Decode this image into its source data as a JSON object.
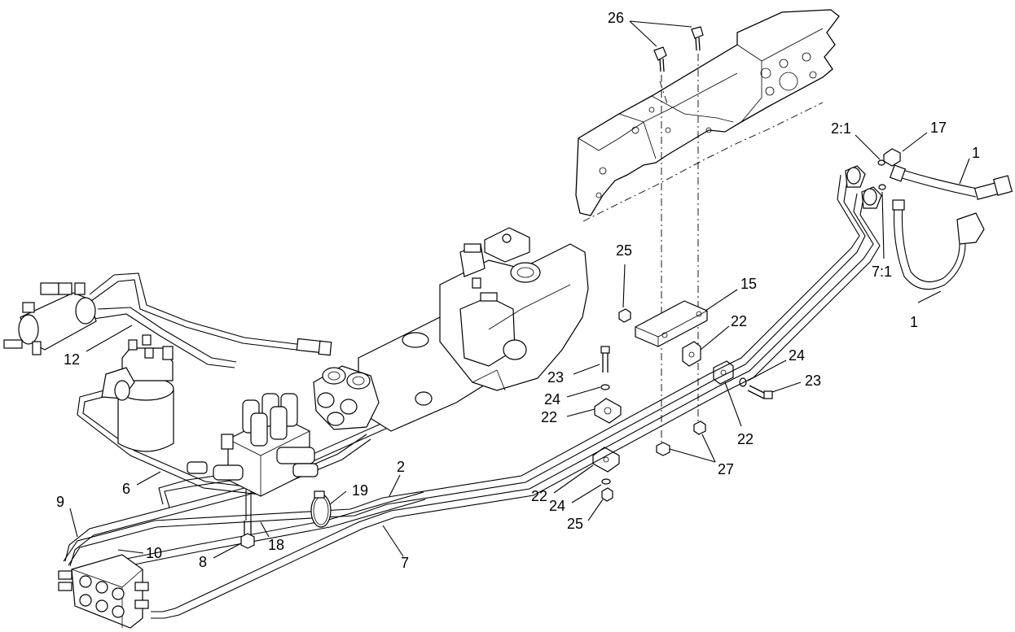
{
  "callouts": [
    {
      "id": "c26",
      "text": "26"
    },
    {
      "id": "c2_1",
      "text": "2:1"
    },
    {
      "id": "c17",
      "text": "17"
    },
    {
      "id": "c1a",
      "text": "1"
    },
    {
      "id": "c7_1",
      "text": "7:1"
    },
    {
      "id": "c1b",
      "text": "1"
    },
    {
      "id": "c25a",
      "text": "25"
    },
    {
      "id": "c15",
      "text": "15"
    },
    {
      "id": "c22a",
      "text": "22"
    },
    {
      "id": "c24a",
      "text": "24"
    },
    {
      "id": "c23a",
      "text": "23"
    },
    {
      "id": "c23b",
      "text": "23"
    },
    {
      "id": "c24b",
      "text": "24"
    },
    {
      "id": "c22b",
      "text": "22"
    },
    {
      "id": "c22c",
      "text": "22"
    },
    {
      "id": "c27",
      "text": "27"
    },
    {
      "id": "c12",
      "text": "12"
    },
    {
      "id": "c6",
      "text": "6"
    },
    {
      "id": "c2",
      "text": "2"
    },
    {
      "id": "c19",
      "text": "19"
    },
    {
      "id": "c9",
      "text": "9"
    },
    {
      "id": "c10",
      "text": "10"
    },
    {
      "id": "c18",
      "text": "18"
    },
    {
      "id": "c8",
      "text": "8"
    },
    {
      "id": "c7",
      "text": "7"
    },
    {
      "id": "c22d",
      "text": "22"
    },
    {
      "id": "c24c",
      "text": "24"
    },
    {
      "id": "c25b",
      "text": "25"
    }
  ],
  "colors": {
    "line": "#000000",
    "background": "#ffffff"
  }
}
